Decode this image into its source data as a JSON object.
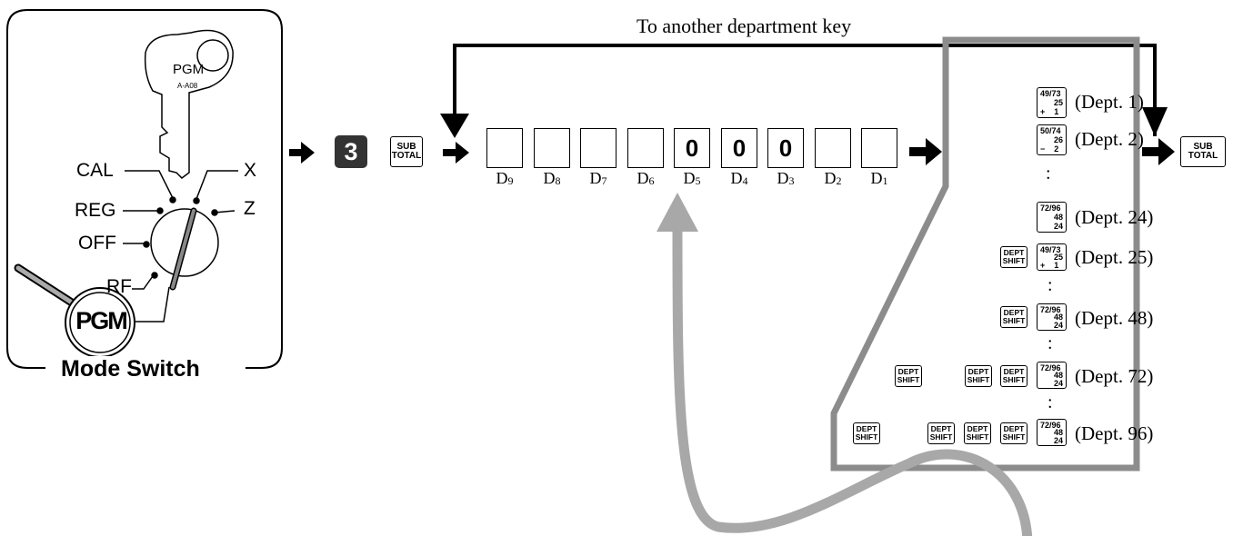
{
  "mode_switch": {
    "title": "Mode Switch",
    "key_label": "PGM",
    "key_code": "A-A08",
    "positions": [
      "CAL",
      "X",
      "REG",
      "Z",
      "OFF",
      "RF"
    ],
    "selected_position": "PGM"
  },
  "sequence": {
    "number_key": "3",
    "subtotal_top": "SUB",
    "subtotal_bottom": "TOTAL"
  },
  "digits": [
    {
      "label": "D",
      "sub": "9",
      "value": ""
    },
    {
      "label": "D",
      "sub": "8",
      "value": ""
    },
    {
      "label": "D",
      "sub": "7",
      "value": ""
    },
    {
      "label": "D",
      "sub": "6",
      "value": ""
    },
    {
      "label": "D",
      "sub": "5",
      "value": "0"
    },
    {
      "label": "D",
      "sub": "4",
      "value": "0"
    },
    {
      "label": "D",
      "sub": "3",
      "value": "0"
    },
    {
      "label": "D",
      "sub": "2",
      "value": ""
    },
    {
      "label": "D",
      "sub": "1",
      "value": ""
    }
  ],
  "loop_caption": "To another department key",
  "department_keys": {
    "dept_shift_top": "DEPT",
    "dept_shift_bottom": "SHIFT",
    "key1": {
      "top": "49/73",
      "mid": "25",
      "bottom": "+    1"
    },
    "key2": {
      "top": "50/74",
      "mid": "26",
      "bottom": "−    2"
    },
    "key24": {
      "top": "72/96",
      "mid": "48",
      "bottom": "24"
    },
    "colon": ":",
    "entries": [
      "(Dept. 1)",
      "(Dept. 2)",
      "(Dept. 24)",
      "(Dept. 25)",
      "(Dept. 48)",
      "(Dept. 72)",
      "(Dept. 96)"
    ]
  },
  "colors": {
    "gray_frame": "#8c8c8c",
    "number_key_bg": "#333333"
  }
}
